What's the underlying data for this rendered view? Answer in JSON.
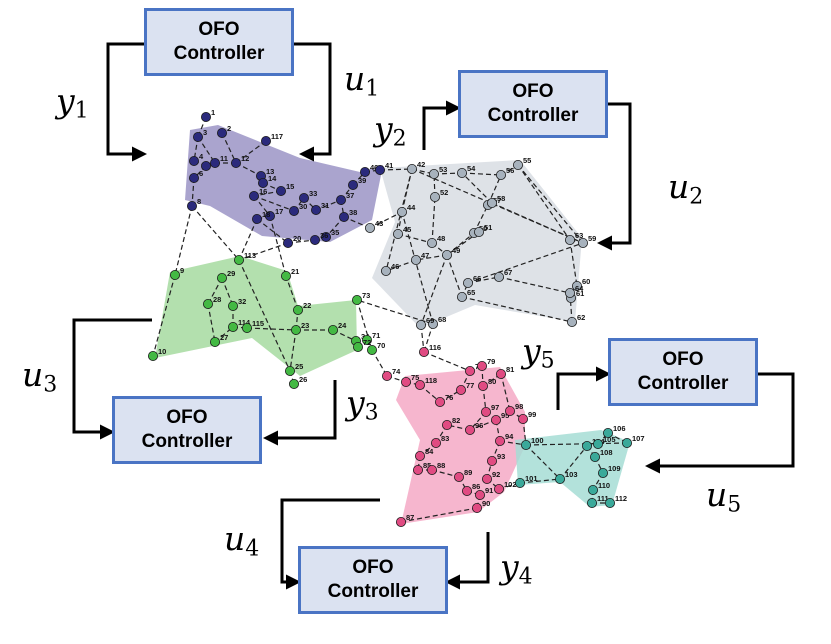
{
  "controllers": [
    {
      "id": "c1",
      "line1": "OFO",
      "line2": "Controller"
    },
    {
      "id": "c2",
      "line1": "OFO",
      "line2": "Controller"
    },
    {
      "id": "c3",
      "line1": "OFO",
      "line2": "Controller"
    },
    {
      "id": "c4",
      "line1": "OFO",
      "line2": "Controller"
    },
    {
      "id": "c5",
      "line1": "OFO",
      "line2": "Controller"
    }
  ],
  "signals": {
    "y1": {
      "base": "y",
      "sub": "1"
    },
    "u1": {
      "base": "u",
      "sub": "1"
    },
    "y2": {
      "base": "y",
      "sub": "2"
    },
    "u2": {
      "base": "u",
      "sub": "2"
    },
    "y3": {
      "base": "y",
      "sub": "3"
    },
    "u3": {
      "base": "u",
      "sub": "3"
    },
    "y4": {
      "base": "y",
      "sub": "4"
    },
    "u4": {
      "base": "u",
      "sub": "4"
    },
    "y5": {
      "base": "y",
      "sub": "5"
    },
    "u5": {
      "base": "u",
      "sub": "5"
    }
  },
  "regions": {
    "purple": {
      "fill": "#9b94c6",
      "node": "#2b2a7c"
    },
    "gray": {
      "fill": "#d8dde3",
      "node": "#a7b2bd"
    },
    "green": {
      "fill": "#a6dba0",
      "node": "#43b943"
    },
    "pink": {
      "fill": "#f5a9c6",
      "node": "#e04b82"
    },
    "teal": {
      "fill": "#a6ddd5",
      "node": "#3aa99a"
    }
  },
  "nodes": [
    {
      "id": "1",
      "r": "purple"
    },
    {
      "id": "2",
      "r": "purple"
    },
    {
      "id": "3",
      "r": "purple"
    },
    {
      "id": "4",
      "r": "purple"
    },
    {
      "id": "5",
      "r": "purple"
    },
    {
      "id": "6",
      "r": "purple"
    },
    {
      "id": "8",
      "r": "purple"
    },
    {
      "id": "11",
      "r": "purple"
    },
    {
      "id": "12",
      "r": "purple"
    },
    {
      "id": "13",
      "r": "purple"
    },
    {
      "id": "14",
      "r": "purple"
    },
    {
      "id": "15",
      "r": "purple"
    },
    {
      "id": "16",
      "r": "purple"
    },
    {
      "id": "17",
      "r": "purple"
    },
    {
      "id": "18",
      "r": "purple"
    },
    {
      "id": "30",
      "r": "purple"
    },
    {
      "id": "20",
      "r": "purple"
    },
    {
      "id": "33",
      "r": "purple"
    },
    {
      "id": "31",
      "r": "purple"
    },
    {
      "id": "37",
      "r": "purple"
    },
    {
      "id": "38",
      "r": "purple"
    },
    {
      "id": "35",
      "r": "purple"
    },
    {
      "id": "36",
      "r": "purple"
    },
    {
      "id": "39",
      "r": "purple"
    },
    {
      "id": "40",
      "r": "purple"
    },
    {
      "id": "41",
      "r": "purple"
    },
    {
      "id": "117",
      "r": "purple"
    },
    {
      "id": "42",
      "r": "gray"
    },
    {
      "id": "43",
      "r": "gray"
    },
    {
      "id": "44",
      "r": "gray"
    },
    {
      "id": "45",
      "r": "gray"
    },
    {
      "id": "46",
      "r": "gray"
    },
    {
      "id": "47",
      "r": "gray"
    },
    {
      "id": "48",
      "r": "gray"
    },
    {
      "id": "49",
      "r": "gray"
    },
    {
      "id": "50",
      "r": "gray"
    },
    {
      "id": "51",
      "r": "gray"
    },
    {
      "id": "52",
      "r": "gray"
    },
    {
      "id": "53",
      "r": "gray"
    },
    {
      "id": "54",
      "r": "gray"
    },
    {
      "id": "55",
      "r": "gray"
    },
    {
      "id": "56",
      "r": "gray"
    },
    {
      "id": "57",
      "r": "gray"
    },
    {
      "id": "58",
      "r": "gray"
    },
    {
      "id": "59",
      "r": "gray"
    },
    {
      "id": "60",
      "r": "gray"
    },
    {
      "id": "61",
      "r": "gray"
    },
    {
      "id": "62",
      "r": "gray"
    },
    {
      "id": "63",
      "r": "gray"
    },
    {
      "id": "64",
      "r": "gray"
    },
    {
      "id": "65",
      "r": "gray"
    },
    {
      "id": "66",
      "r": "gray"
    },
    {
      "id": "67",
      "r": "gray"
    },
    {
      "id": "68",
      "r": "gray"
    },
    {
      "id": "69",
      "r": "gray"
    },
    {
      "id": "9",
      "r": "green"
    },
    {
      "id": "10",
      "r": "green"
    },
    {
      "id": "113",
      "r": "green"
    },
    {
      "id": "21",
      "r": "green"
    },
    {
      "id": "29",
      "r": "green"
    },
    {
      "id": "28",
      "r": "green"
    },
    {
      "id": "32",
      "r": "green"
    },
    {
      "id": "114",
      "r": "green"
    },
    {
      "id": "115",
      "r": "green"
    },
    {
      "id": "27",
      "r": "green"
    },
    {
      "id": "22",
      "r": "green"
    },
    {
      "id": "23",
      "r": "green"
    },
    {
      "id": "24",
      "r": "green"
    },
    {
      "id": "25",
      "r": "green"
    },
    {
      "id": "26",
      "r": "green"
    },
    {
      "id": "34",
      "r": "green"
    },
    {
      "id": "70",
      "r": "green"
    },
    {
      "id": "71",
      "r": "green"
    },
    {
      "id": "72",
      "r": "green"
    },
    {
      "id": "73",
      "r": "green"
    },
    {
      "id": "116",
      "r": "pink"
    },
    {
      "id": "74",
      "r": "pink"
    },
    {
      "id": "75",
      "r": "pink"
    },
    {
      "id": "118",
      "r": "pink"
    },
    {
      "id": "76",
      "r": "pink"
    },
    {
      "id": "77",
      "r": "pink"
    },
    {
      "id": "78",
      "r": "pink"
    },
    {
      "id": "79",
      "r": "pink"
    },
    {
      "id": "80",
      "r": "pink"
    },
    {
      "id": "81",
      "r": "pink"
    },
    {
      "id": "82",
      "r": "pink"
    },
    {
      "id": "83",
      "r": "pink"
    },
    {
      "id": "84",
      "r": "pink"
    },
    {
      "id": "85",
      "r": "pink"
    },
    {
      "id": "86",
      "r": "pink"
    },
    {
      "id": "87",
      "r": "pink"
    },
    {
      "id": "88",
      "r": "pink"
    },
    {
      "id": "89",
      "r": "pink"
    },
    {
      "id": "90",
      "r": "pink"
    },
    {
      "id": "91",
      "r": "pink"
    },
    {
      "id": "92",
      "r": "pink"
    },
    {
      "id": "93",
      "r": "pink"
    },
    {
      "id": "94",
      "r": "pink"
    },
    {
      "id": "95",
      "r": "pink"
    },
    {
      "id": "96",
      "r": "pink"
    },
    {
      "id": "97",
      "r": "pink"
    },
    {
      "id": "98",
      "r": "pink"
    },
    {
      "id": "99",
      "r": "pink"
    },
    {
      "id": "102",
      "r": "pink"
    },
    {
      "id": "100",
      "r": "teal"
    },
    {
      "id": "101",
      "r": "teal"
    },
    {
      "id": "103",
      "r": "teal"
    },
    {
      "id": "104",
      "r": "teal"
    },
    {
      "id": "105",
      "r": "teal"
    },
    {
      "id": "106",
      "r": "teal"
    },
    {
      "id": "107",
      "r": "teal"
    },
    {
      "id": "108",
      "r": "teal"
    },
    {
      "id": "109",
      "r": "teal"
    },
    {
      "id": "110",
      "r": "teal"
    },
    {
      "id": "111",
      "r": "teal"
    },
    {
      "id": "112",
      "r": "teal"
    }
  ]
}
